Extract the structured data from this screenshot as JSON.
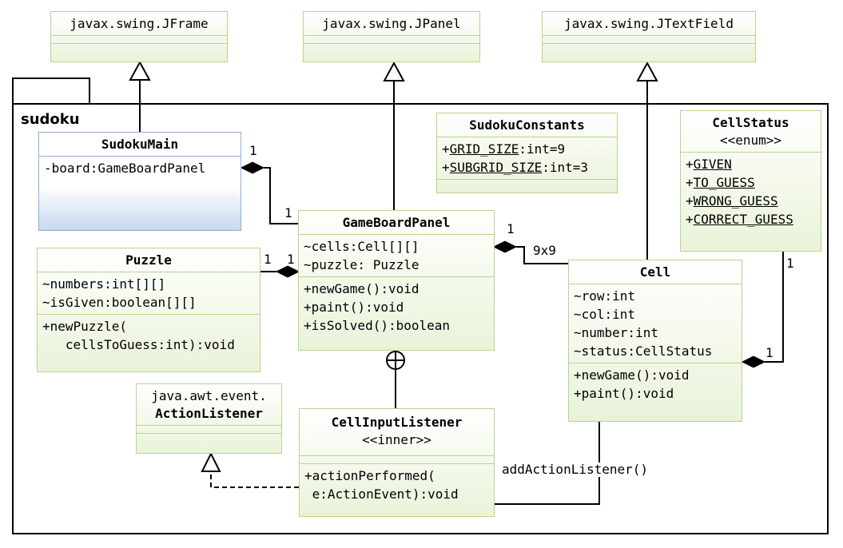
{
  "package": {
    "name": "sudoku"
  },
  "classes": {
    "jframe": {
      "name": "javax.swing.JFrame"
    },
    "jpanel": {
      "name": "javax.swing.JPanel"
    },
    "jtextfield": {
      "name": "javax.swing.JTextField"
    },
    "sudoku_main": {
      "name": "SudokuMain",
      "attributes": [
        "-board:GameBoardPanel"
      ]
    },
    "sudoku_constants": {
      "name": "SudokuConstants",
      "attributes": [
        {
          "prefix": "+",
          "name": "GRID_SIZE",
          "type": ":int=9"
        },
        {
          "prefix": "+",
          "name": "SUBGRID_SIZE",
          "type": ":int=3"
        }
      ]
    },
    "cell_status": {
      "name": "CellStatus",
      "stereotype": "<<enum>>",
      "literals": [
        {
          "prefix": "+",
          "name": "GIVEN"
        },
        {
          "prefix": "+",
          "name": "TO_GUESS"
        },
        {
          "prefix": "+",
          "name": "WRONG_GUESS"
        },
        {
          "prefix": "+",
          "name": "CORRECT_GUESS"
        }
      ]
    },
    "game_board_panel": {
      "name": "GameBoardPanel",
      "attributes": [
        "~cells:Cell[][]",
        "~puzzle: Puzzle"
      ],
      "operations": [
        "+newGame():void",
        "+paint():void",
        "+isSolved():boolean"
      ]
    },
    "puzzle": {
      "name": "Puzzle",
      "attributes": [
        "~numbers:int[][]",
        "~isGiven:boolean[][]"
      ],
      "operations": [
        "+newPuzzle(",
        "   cellsToGuess:int):void"
      ]
    },
    "cell": {
      "name": "Cell",
      "attributes": [
        "~row:int",
        "~col:int",
        "~number:int",
        "~status:CellStatus"
      ],
      "operations": [
        "+newGame():void",
        "+paint():void"
      ]
    },
    "action_listener": {
      "package": "java.awt.event.",
      "name": "ActionListener"
    },
    "cell_input_listener": {
      "name": "CellInputListener",
      "stereotype": "<<inner>>",
      "operations": [
        "+actionPerformed(",
        " e:ActionEvent):void"
      ]
    }
  },
  "relations": {
    "main_board": {
      "source_mult": "1",
      "target_mult": "1"
    },
    "board_puzzle": {
      "source_mult": "1",
      "target_mult": "1"
    },
    "board_cell": {
      "source_mult": "1",
      "target_mult": "9x9"
    },
    "cell_status": {
      "source_mult": "1",
      "target_mult": "1"
    },
    "listener_cell": {
      "label": "addActionListener()"
    }
  },
  "colors": {
    "class_border": "#b8d48c",
    "class_fill_top": "#ffffff",
    "class_fill_bottom": "#e9f3d9",
    "main_border": "#8fb0d6",
    "main_fill_bottom": "#c7d8ee",
    "line": "#000000"
  }
}
